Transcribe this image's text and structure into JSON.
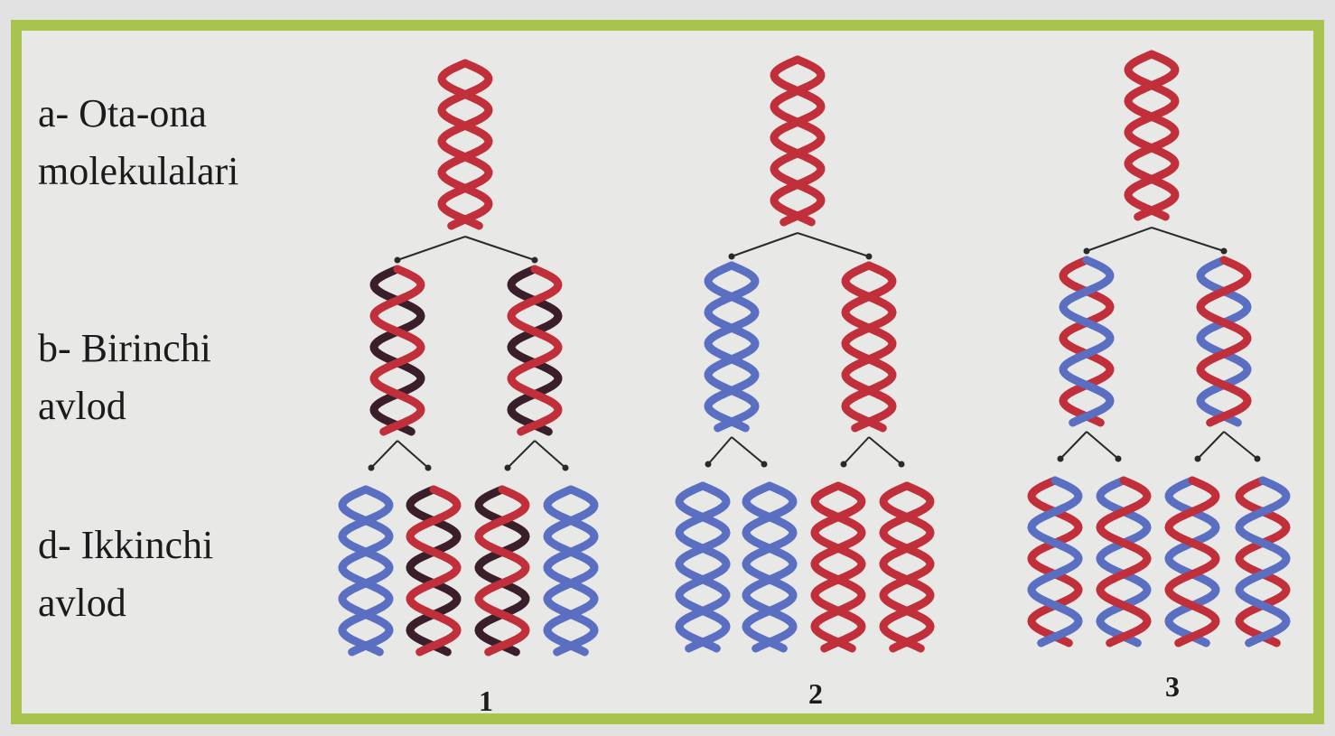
{
  "labels": {
    "parent": {
      "line1": "a- Ota-ona",
      "line2": "molekulalari"
    },
    "first": {
      "line1": "b- Birinchi",
      "line2": "avlod"
    },
    "second": {
      "line1": "d- Ikkinchi",
      "line2": "avlod"
    }
  },
  "column_numbers": [
    "1",
    "2",
    "3"
  ],
  "colors": {
    "red": "#c1303a",
    "blue": "#5a6fc2",
    "dark": "#3a1e2a",
    "connector": "#2a2a2a",
    "frame": "#a9c44e"
  },
  "models": [
    {
      "number": "1",
      "parent": [
        [
          "red",
          "red"
        ]
      ],
      "first": [
        [
          "red",
          "dark"
        ],
        [
          "red",
          "dark"
        ]
      ],
      "second": [
        [
          "blue",
          "blue"
        ],
        [
          "red",
          "dark"
        ],
        [
          "red",
          "dark"
        ],
        [
          "blue",
          "blue"
        ]
      ]
    },
    {
      "number": "2",
      "parent": [
        [
          "red",
          "red"
        ]
      ],
      "first": [
        [
          "blue",
          "blue"
        ],
        [
          "red",
          "red"
        ]
      ],
      "second": [
        [
          "blue",
          "blue"
        ],
        [
          "blue",
          "blue"
        ],
        [
          "red",
          "red"
        ],
        [
          "red",
          "red"
        ]
      ]
    },
    {
      "number": "3",
      "parent": [
        [
          "red",
          "red"
        ]
      ],
      "first": [
        [
          "blue",
          "red"
        ],
        [
          "red",
          "blue"
        ]
      ],
      "second": [
        [
          "blue",
          "red"
        ],
        [
          "red",
          "blue"
        ],
        [
          "red",
          "blue"
        ],
        [
          "blue",
          "red"
        ]
      ]
    }
  ]
}
